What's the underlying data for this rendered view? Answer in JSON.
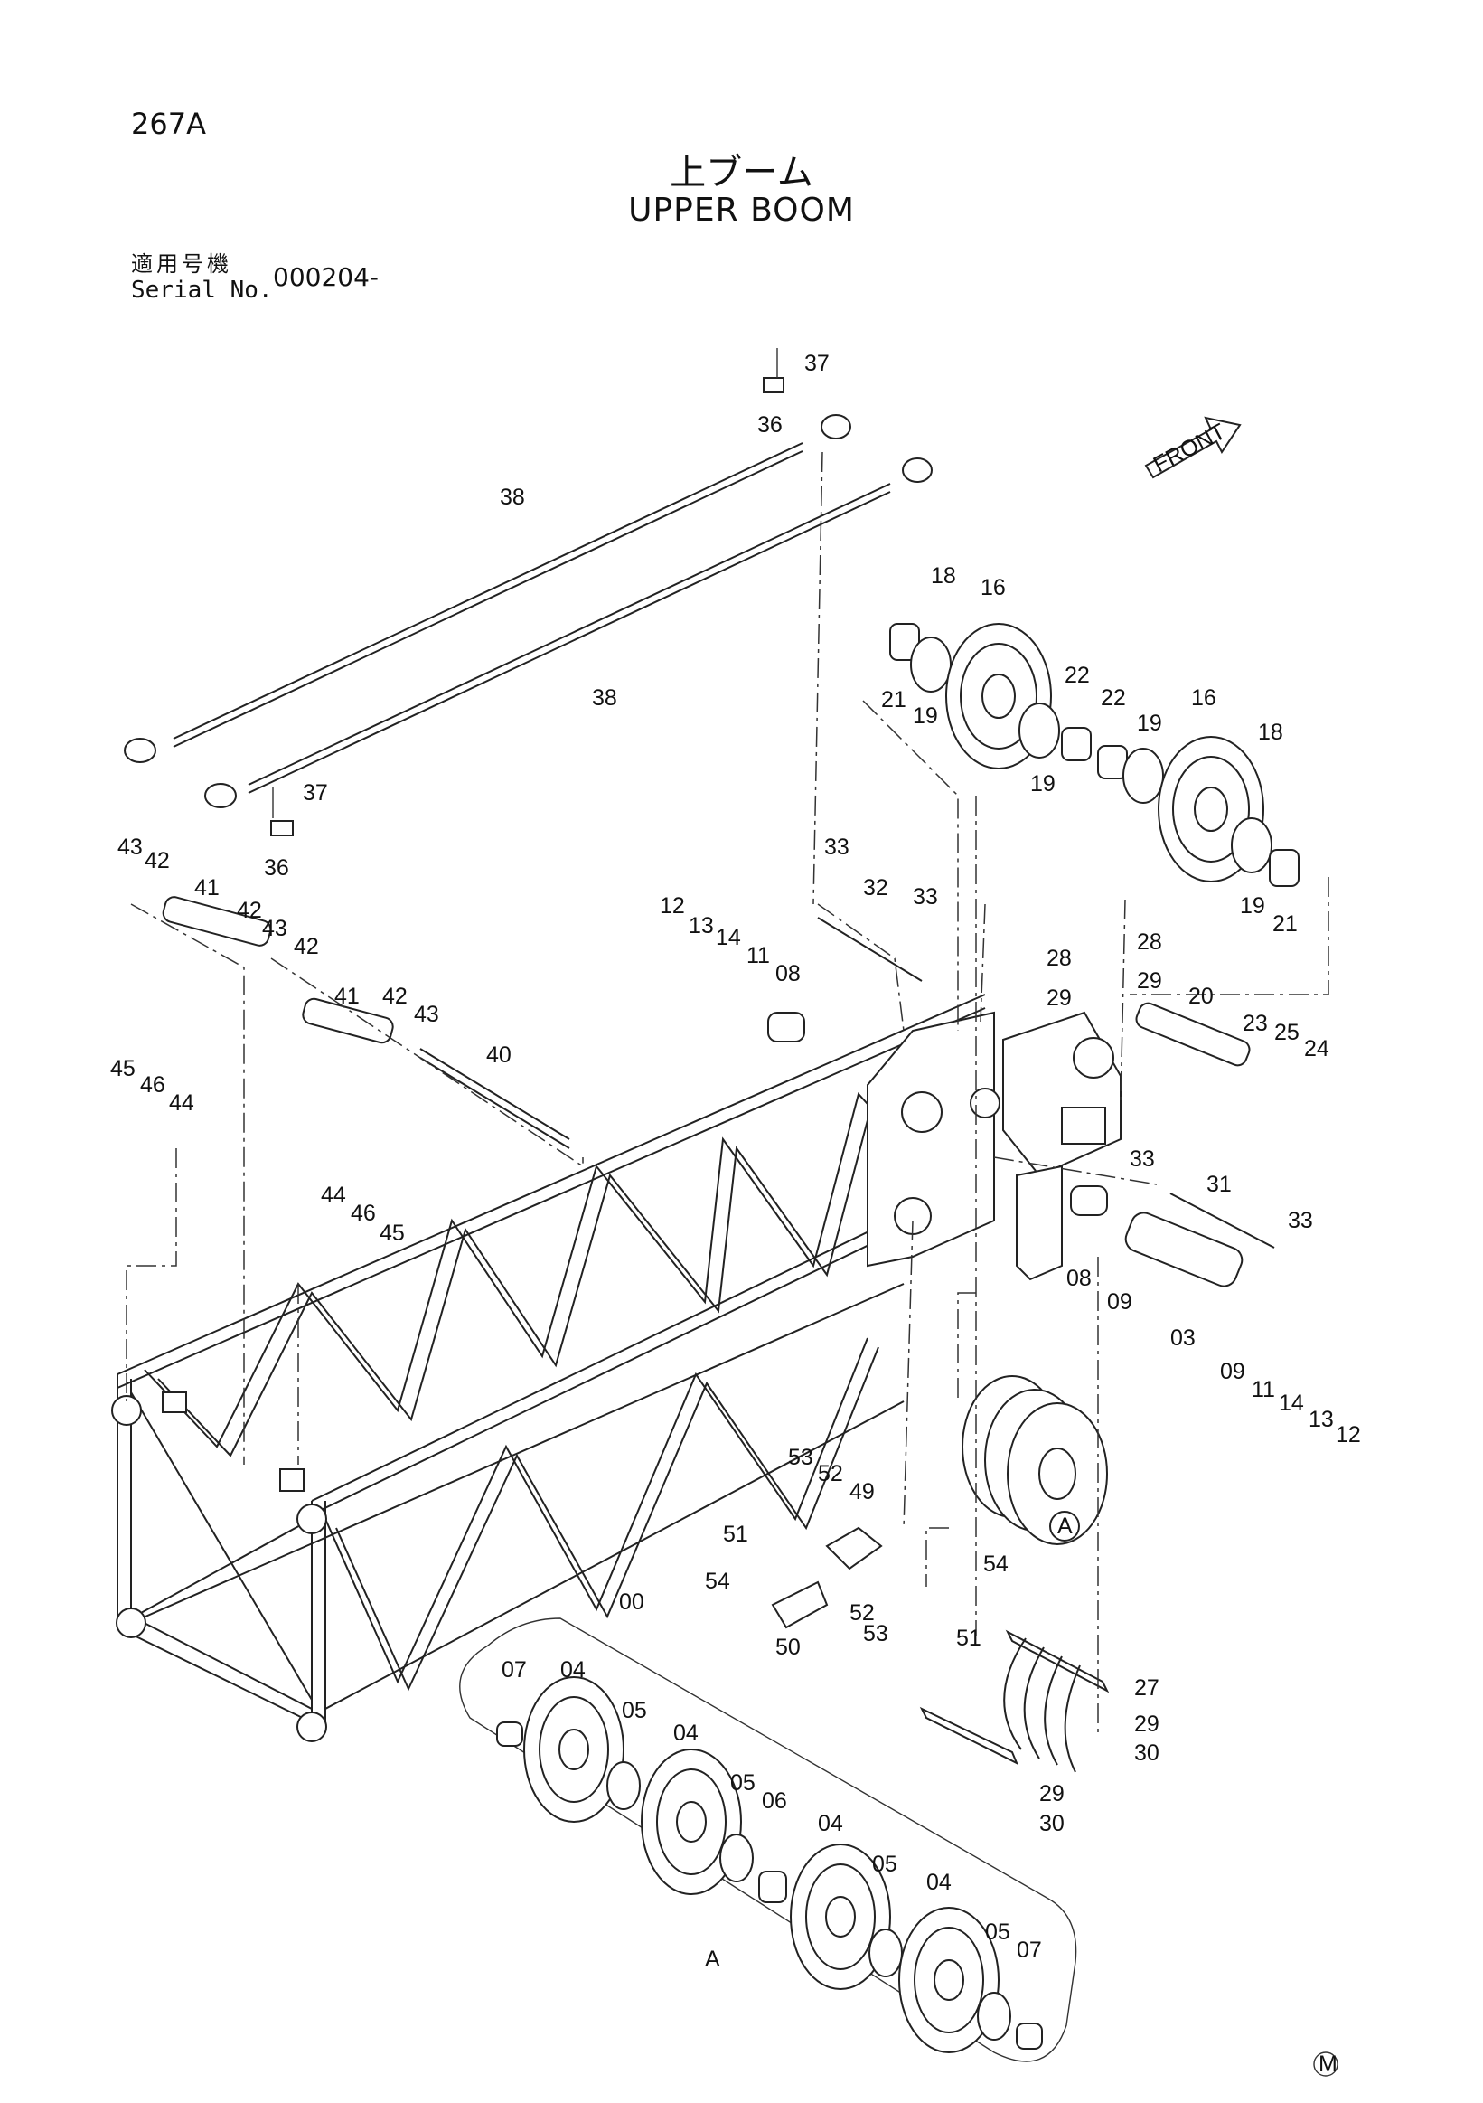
{
  "header": {
    "page_code": "267A",
    "title_jp": "上ブーム",
    "title_en": "UPPER BOOM",
    "serial_label_jp": "適用号機",
    "serial_label_en": "Serial No.",
    "serial_value": "000204-"
  },
  "badge": {
    "front": "FRONT",
    "detail_marker": "A",
    "manufacturer_mark": "M"
  },
  "detail_view": {
    "label": "A"
  },
  "callouts": [
    "00",
    "03",
    "04",
    "05",
    "06",
    "07",
    "08",
    "09",
    "11",
    "12",
    "13",
    "14",
    "16",
    "18",
    "19",
    "20",
    "21",
    "22",
    "23",
    "24",
    "25",
    "27",
    "28",
    "29",
    "30",
    "31",
    "32",
    "33",
    "36",
    "37",
    "38",
    "40",
    "41",
    "42",
    "43",
    "44",
    "45",
    "46",
    "49",
    "50",
    "51",
    "52",
    "53",
    "54"
  ],
  "labels": {
    "l37a": "37",
    "l36a": "36",
    "l38a": "38",
    "l38b": "38",
    "l37b": "37",
    "l36b": "36",
    "l18a": "18",
    "l16a": "16",
    "l21a": "21",
    "l19a": "19",
    "l19b": "19",
    "l22a": "22",
    "l22b": "22",
    "l19c": "19",
    "l16b": "16",
    "l18b": "18",
    "l19d": "19",
    "l21b": "21",
    "l43a": "43",
    "l42a": "42",
    "l41a": "41",
    "l42b": "42",
    "l43b": "43",
    "l42c": "42",
    "l41b": "41",
    "l42d": "42",
    "l43c": "43",
    "l40": "40",
    "l33a": "33",
    "l32": "32",
    "l33b": "33",
    "l12a": "12",
    "l13a": "13",
    "l14a": "14",
    "l11a": "11",
    "l08a": "08",
    "l28a": "28",
    "l28b": "28",
    "l29a": "29",
    "l29b": "29",
    "l20": "20",
    "l23": "23",
    "l25": "25",
    "l24": "24",
    "l45a": "45",
    "l46a": "46",
    "l44a": "44",
    "l44b": "44",
    "l46b": "46",
    "l45b": "45",
    "l33c": "33",
    "l31": "31",
    "l33d": "33",
    "l08b": "08",
    "l09a": "09",
    "l03": "03",
    "l09b": "09",
    "l11b": "11",
    "l14b": "14",
    "l13b": "13",
    "l12b": "12",
    "l53a": "53",
    "l52a": "52",
    "l49": "49",
    "l51a": "51",
    "l54a": "54",
    "l52b": "52",
    "l50": "50",
    "l53b": "53",
    "l54b": "54",
    "l51b": "51",
    "l00": "00",
    "l27": "27",
    "l29c": "29",
    "l30a": "30",
    "l29d": "29",
    "l30b": "30",
    "l07a": "07",
    "l04a": "04",
    "l05a": "05",
    "l04b": "04",
    "l05b": "05",
    "l06": "06",
    "l04c": "04",
    "l05c": "05",
    "l04d": "04",
    "l05d": "05",
    "l07b": "07"
  }
}
